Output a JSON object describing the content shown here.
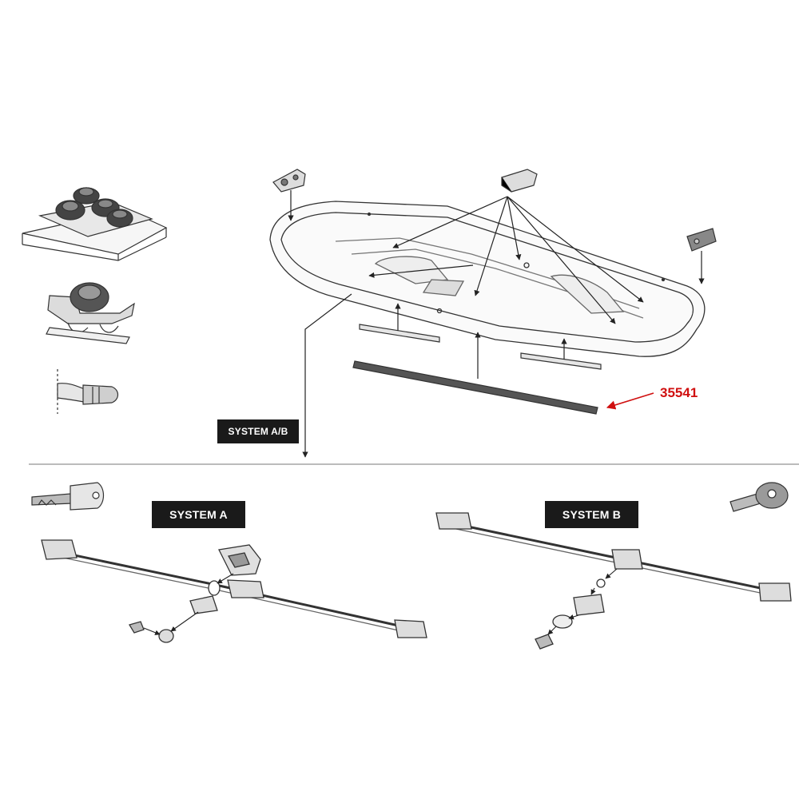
{
  "labels": {
    "system_ab": "SYSTEM A/B",
    "system_a": "SYSTEM A",
    "system_b": "SYSTEM B"
  },
  "callout": {
    "part_number": "35541",
    "color": "#d01010"
  },
  "colors": {
    "line": "#222222",
    "label_bg": "#1a1a1a",
    "divider": "#bbbbbb"
  }
}
